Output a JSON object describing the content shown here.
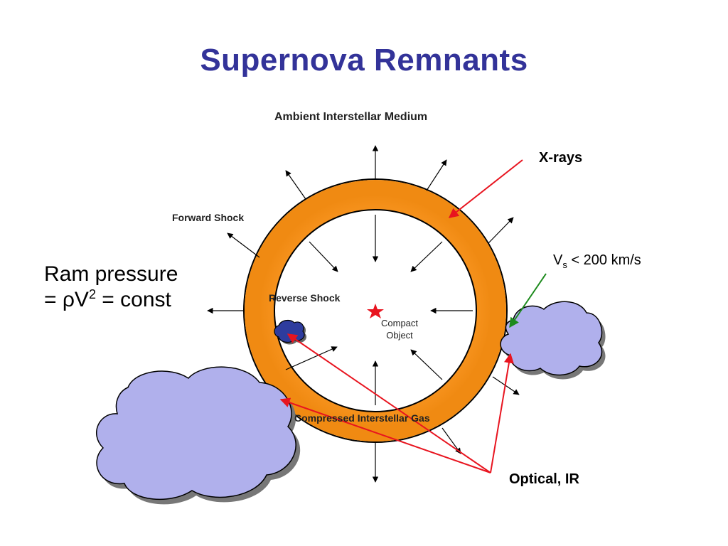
{
  "slide": {
    "title": "Supernova Remnants"
  },
  "diagram": {
    "ambient_medium": "Ambient Interstellar Medium",
    "forward_shock": "Forward Shock",
    "reverse_shock": "Reverse Shock",
    "compact_object_line1": "Compact",
    "compact_object_line2": "Object",
    "compressed_gas": "Compressed Interstellar Gas"
  },
  "annotations": {
    "xrays": "X-rays",
    "velocity_symbol": "V",
    "velocity_sub": "s",
    "velocity_rest": " < 200 km/s",
    "optical_ir": "Optical, IR",
    "ram_line1": "Ram pressure",
    "ram_line2_prefix": "= ρV",
    "ram_line2_sup": "2",
    "ram_line2_suffix": " = const"
  },
  "colors": {
    "title": "#333399",
    "shell_orange": "#f7931e",
    "cloud_fill": "#b0b0ec",
    "small_cloud_fill": "#2e3c9e",
    "xray_arrow": "#e8141f",
    "velocity_arrow": "#1c8a1c",
    "star": "#e8141f"
  }
}
